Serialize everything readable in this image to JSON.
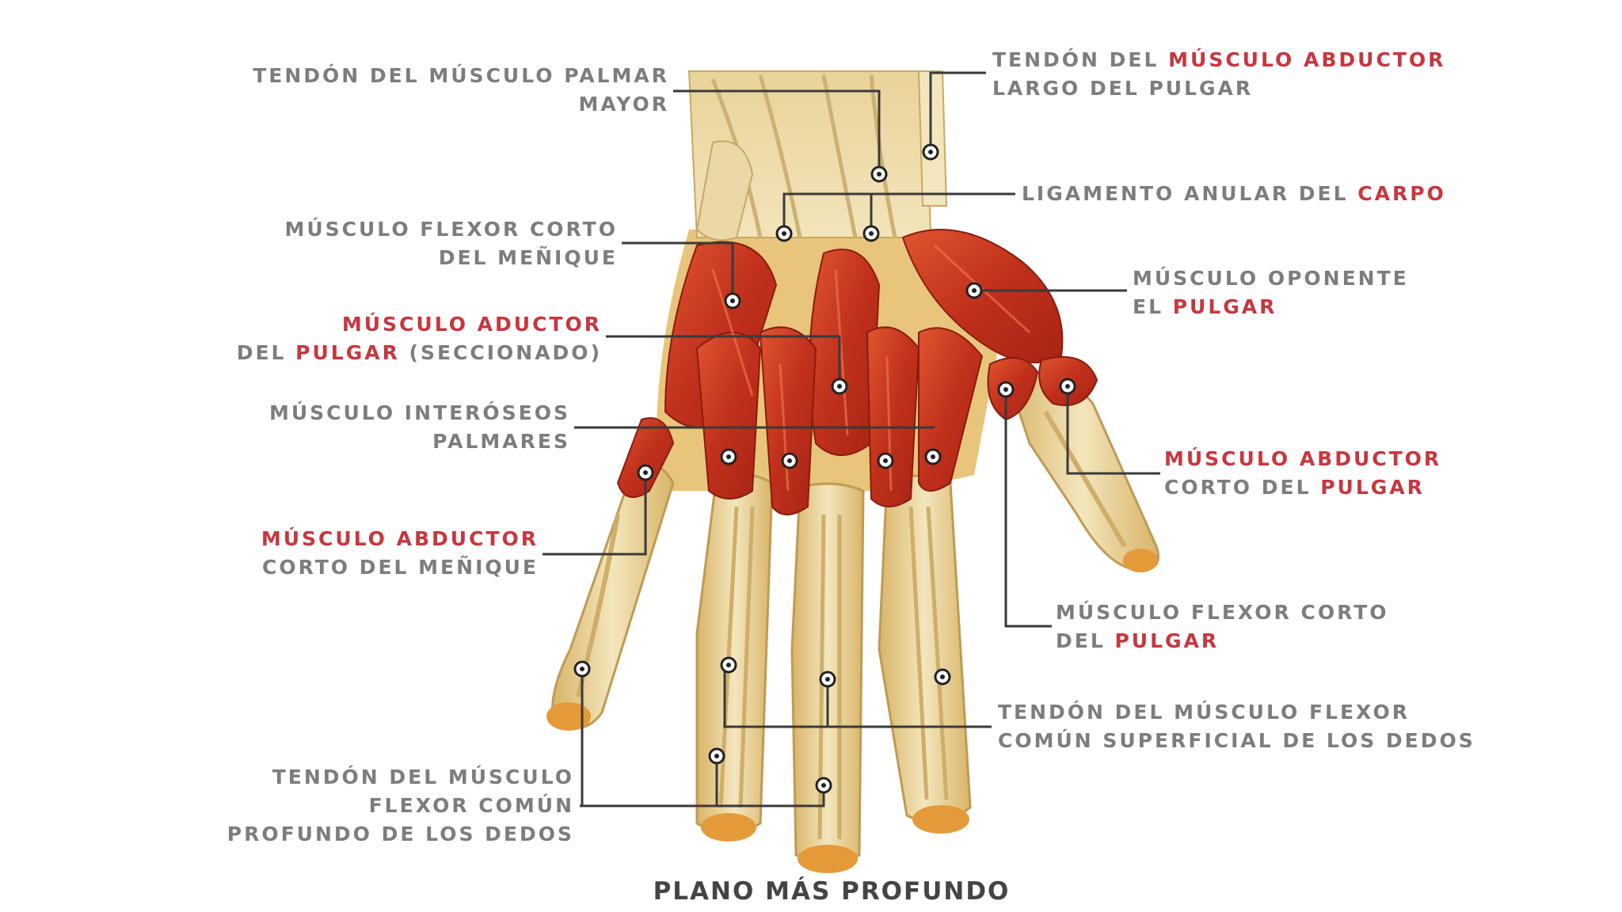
{
  "labels": {
    "palmar_mayor": {
      "line1": "TENDÓN DEL MÚSCULO PALMAR",
      "line2": "MAYOR"
    },
    "abductor_largo_pulgar": {
      "l1a": "TENDÓN DEL ",
      "l1b": "MÚSCULO ABDUCTOR",
      "line2": "LARGO DEL PULGAR"
    },
    "ligamento_anular": {
      "a": "LIGAMENTO ANULAR DEL ",
      "b": "CARPO"
    },
    "flexor_corto_menique": {
      "line1": "MÚSCULO FLEXOR CORTO",
      "line2": "DEL MEÑIQUE"
    },
    "oponente_pulgar": {
      "line1": "MÚSCULO OPONENTE",
      "l2a": "EL ",
      "l2b": "PULGAR"
    },
    "aductor_pulgar": {
      "line1": "MÚSCULO ADUCTOR",
      "l2a": "DEL ",
      "l2b": "PULGAR",
      "l2c": " (SECCIONADO)"
    },
    "interoseos_palmares": {
      "line1": "MÚSCULO INTERÓSEOS",
      "line2": "PALMARES"
    },
    "abductor_corto_pulgar": {
      "line1": "MÚSCULO ABDUCTOR",
      "l2a": "CORTO DEL ",
      "l2b": "PULGAR"
    },
    "abductor_corto_menique": {
      "line1": "MÚSCULO ABDUCTOR",
      "line2": "CORTO DEL MEÑIQUE"
    },
    "flexor_corto_pulgar": {
      "line1": "MÚSCULO FLEXOR CORTO",
      "l2a": "DEL ",
      "l2b": "PULGAR"
    },
    "flexor_superficial": {
      "line1": "TENDÓN DEL MÚSCULO FLEXOR",
      "line2": "COMÚN SUPERFICIAL DE LOS DEDOS"
    },
    "flexor_profundo": {
      "line1": "TENDÓN DEL MÚSCULO",
      "line2": "FLEXOR COMÚN",
      "line3": "PROFUNDO DE LOS DEDOS"
    }
  },
  "caption": "PLANO MÁS PROFUNDO",
  "colors": {
    "label_gray": "#7d7d7d",
    "highlight_red": "#c8363f",
    "muscle_red": "#c8321e",
    "tendon_cream": "#efe0b0",
    "bone_tan": "#e6c880",
    "leader_line": "#3a3a3a"
  }
}
